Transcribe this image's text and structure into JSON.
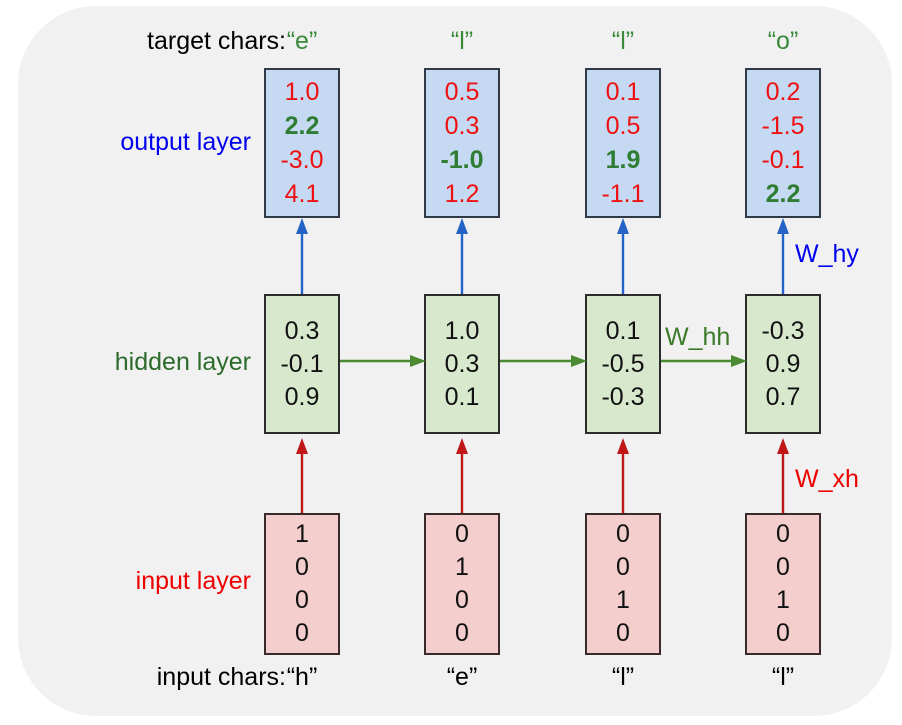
{
  "figure": {
    "background_color": "#f1f1f1",
    "page_color": "#ffffff"
  },
  "row_labels": {
    "target_chars": "target chars:",
    "output_layer": "output layer",
    "hidden_layer": "hidden layer",
    "input_layer": "input layer",
    "input_chars": "input chars:"
  },
  "weights": {
    "w_hy": "W_hy",
    "w_hh": "W_hh",
    "w_xh": "W_xh"
  },
  "colors": {
    "output_box_fill": "#c5d9f3",
    "hidden_box_fill": "#d8e8cd",
    "input_box_fill": "#f4cdcd",
    "output_label": "#0000ee",
    "hidden_label": "#2b6b2b",
    "input_label": "#ee0000",
    "target_char": "#3a8a3a",
    "value_red": "#ee1111",
    "value_green": "#2e7d32",
    "arrow_blue": "#2563c9",
    "arrow_green": "#4a8a32",
    "arrow_red": "#c01818"
  },
  "columns": [
    {
      "target_char": "“e”",
      "input_char": "“h”",
      "output": [
        {
          "value": "1.0",
          "highlight": false
        },
        {
          "value": "2.2",
          "highlight": true
        },
        {
          "value": "-3.0",
          "highlight": false
        },
        {
          "value": "4.1",
          "highlight": false
        }
      ],
      "hidden": [
        "0.3",
        "-0.1",
        "0.9"
      ],
      "input": [
        "1",
        "0",
        "0",
        "0"
      ]
    },
    {
      "target_char": "“l”",
      "input_char": "“e”",
      "output": [
        {
          "value": "0.5",
          "highlight": false
        },
        {
          "value": "0.3",
          "highlight": false
        },
        {
          "value": "-1.0",
          "highlight": true
        },
        {
          "value": "1.2",
          "highlight": false
        }
      ],
      "hidden": [
        "1.0",
        "0.3",
        "0.1"
      ],
      "input": [
        "0",
        "1",
        "0",
        "0"
      ]
    },
    {
      "target_char": "“l”",
      "input_char": "“l”",
      "output": [
        {
          "value": "0.1",
          "highlight": false
        },
        {
          "value": "0.5",
          "highlight": false
        },
        {
          "value": "1.9",
          "highlight": true
        },
        {
          "value": "-1.1",
          "highlight": false
        }
      ],
      "hidden": [
        "0.1",
        "-0.5",
        "-0.3"
      ],
      "input": [
        "0",
        "0",
        "1",
        "0"
      ]
    },
    {
      "target_char": "“o”",
      "input_char": "“l”",
      "output": [
        {
          "value": "0.2",
          "highlight": false
        },
        {
          "value": "-1.5",
          "highlight": false
        },
        {
          "value": "-0.1",
          "highlight": false
        },
        {
          "value": "2.2",
          "highlight": true
        }
      ],
      "hidden": [
        "-0.3",
        "0.9",
        "0.7"
      ],
      "input": [
        "0",
        "0",
        "1",
        "0"
      ]
    }
  ]
}
